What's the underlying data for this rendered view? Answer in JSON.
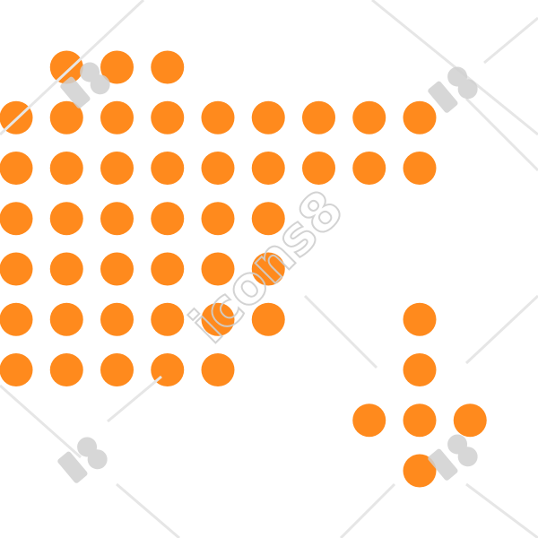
{
  "icon": {
    "name": "dotted-map-icon",
    "dot_color": "#FF8A1D"
  },
  "watermark": {
    "text": "icons8",
    "color": "#bdbdbd"
  },
  "grid": {
    "rows": [
      [
        1,
        2,
        3
      ],
      [
        0,
        1,
        2,
        3,
        4,
        5,
        6,
        7,
        8
      ],
      [
        0,
        1,
        2,
        3,
        4,
        5,
        6,
        7,
        8
      ],
      [
        0,
        1,
        2,
        3,
        4,
        5
      ],
      [
        0,
        1,
        2,
        3,
        4,
        5
      ],
      [
        0,
        1,
        2,
        3,
        4,
        5,
        8
      ],
      [
        0,
        1,
        2,
        3,
        4,
        8
      ],
      [
        7,
        8,
        9
      ],
      [
        8
      ]
    ]
  }
}
